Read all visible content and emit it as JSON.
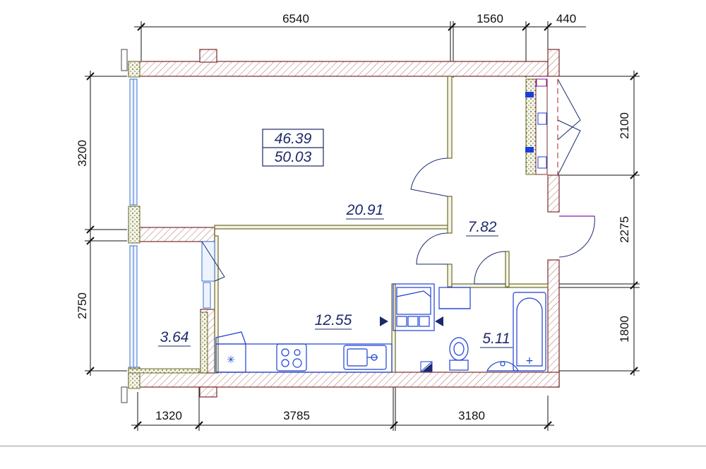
{
  "dimensions": {
    "top": [
      "6540",
      "1560",
      "440"
    ],
    "bottom": [
      "1320",
      "3785",
      "3180"
    ],
    "left": [
      "3200",
      "2750"
    ],
    "right": [
      "2100",
      "2275",
      "1800"
    ]
  },
  "areas": {
    "total_living": "46.39",
    "total_overall": "50.03",
    "living_room": "20.91",
    "hallway": "7.82",
    "kitchen": "12.55",
    "balcony": "3.64",
    "bathroom": "5.11"
  }
}
